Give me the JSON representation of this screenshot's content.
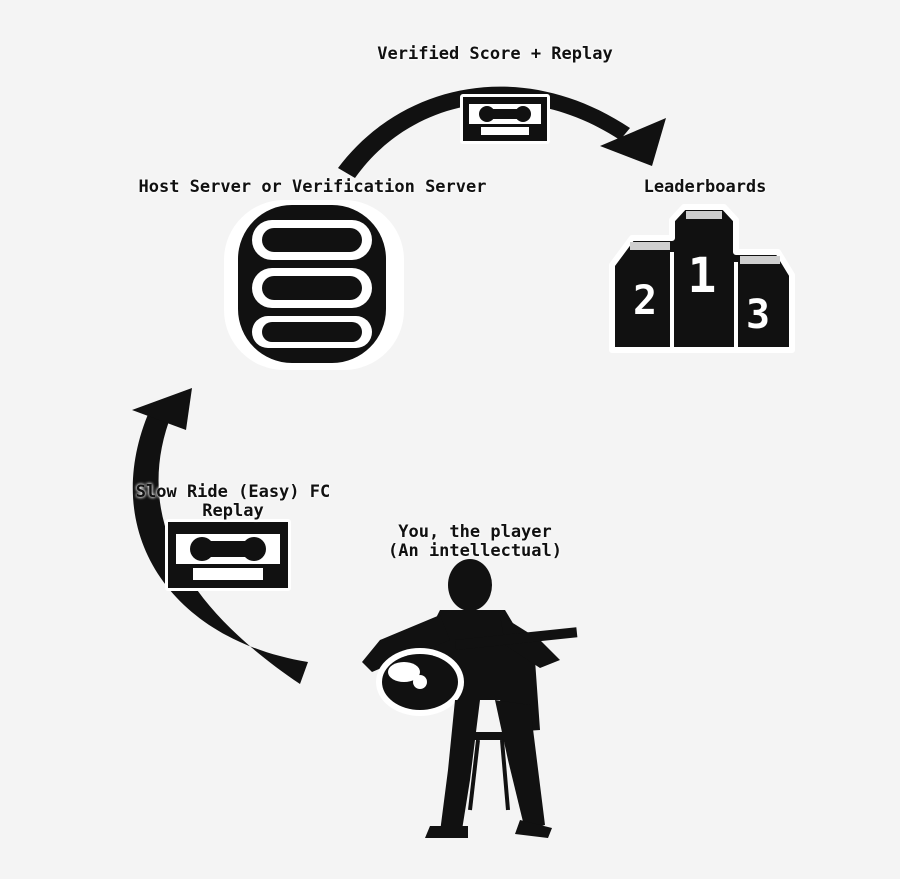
{
  "labels": {
    "top_arrow": "Verified Score + Replay",
    "server": "Host Server or Verification Server",
    "leaderboards": "Leaderboards",
    "left_arrow_line1": "Slow Ride (Easy) FC",
    "left_arrow_line2": "Replay",
    "player_line1": "You, the player",
    "player_line2": "(An intellectual)"
  },
  "podium": {
    "first": "1",
    "second": "2",
    "third": "3"
  },
  "icons": {
    "server": "database-icon",
    "leaderboards": "podium-icon",
    "replay_top": "vhs-cassette-icon",
    "replay_left": "vhs-cassette-icon",
    "player": "guitar-player-silhouette-icon",
    "arrows": "curved-arrow-icon"
  },
  "colors": {
    "background": "#f4f4f4",
    "ink": "#111111",
    "halo": "#ffffff"
  }
}
